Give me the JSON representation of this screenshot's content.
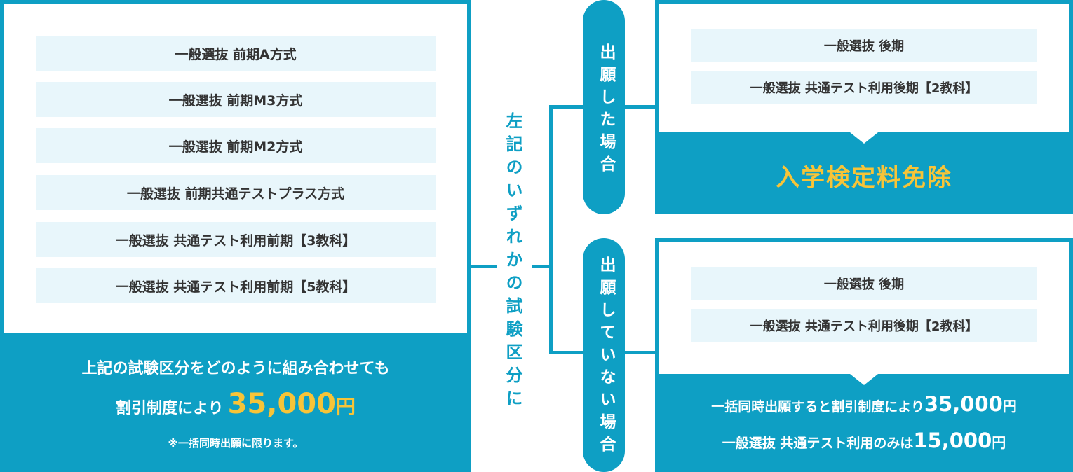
{
  "left": {
    "exams": [
      "一般選抜 前期A方式",
      "一般選抜 前期M3方式",
      "一般選抜 前期M2方式",
      "一般選抜 前期共通テストプラス方式",
      "一般選抜 共通テスト利用前期【3教科】",
      "一般選抜 共通テスト利用前期【5教科】"
    ],
    "footer_line1": "上記の試験区分をどのように組み合わせても",
    "footer_line2_prefix": "割引制度により",
    "footer_price": "35,000",
    "footer_yen": "円",
    "footer_note": "※一括同時出願に限ります。"
  },
  "connector_text": "左記のいずれかの試験区分に",
  "branch_applied": {
    "label": "出願した場合",
    "exams": [
      "一般選抜 後期",
      "一般選抜 共通テスト利用後期【2教科】"
    ],
    "result": "入学検定料免除"
  },
  "branch_not_applied": {
    "label": "出願していない場合",
    "exams": [
      "一般選抜 後期",
      "一般選抜 共通テスト利用後期【2教科】"
    ],
    "line1_prefix": "一括同時出願すると割引制度により",
    "line1_price": "35,000",
    "line1_yen": "円",
    "line2_prefix": "一般選抜 共通テスト利用のみは",
    "line2_price": "15,000",
    "line2_yen": "円"
  },
  "colors": {
    "accent": "#0e9fc4",
    "highlight": "#f7c438",
    "item_bg": "#e8f6fb"
  }
}
